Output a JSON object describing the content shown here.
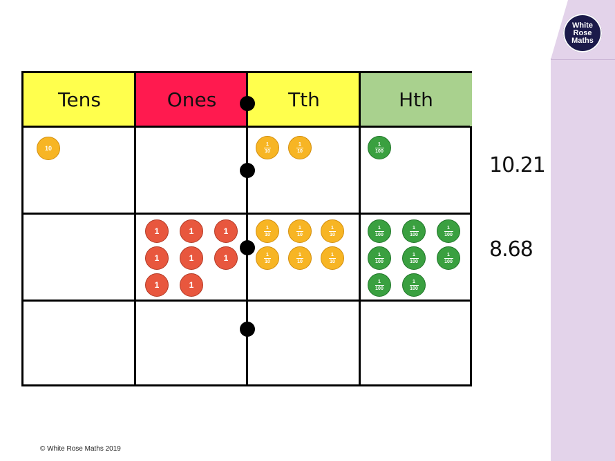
{
  "brand": {
    "logo_lines": [
      "White",
      "Rose",
      "Maths"
    ]
  },
  "table": {
    "headers": [
      {
        "label": "Tens",
        "color": "#ffff4d"
      },
      {
        "label": "Ones",
        "color": "#ff1a4f"
      },
      {
        "label": "Tth",
        "color": "#ffff4d"
      },
      {
        "label": "Hth",
        "color": "#a9d18e"
      }
    ],
    "rows": [
      {
        "value": "10.21",
        "tens": 1,
        "ones": 0,
        "tenths": 2,
        "hundredths": 1
      },
      {
        "value": "8.68",
        "tens": 0,
        "ones": 8,
        "tenths": 6,
        "hundredths": 8
      },
      {
        "value": "",
        "tens": 0,
        "ones": 0,
        "tenths": 0,
        "hundredths": 0
      }
    ]
  },
  "counters": {
    "ten_label": "10",
    "one_label": "1",
    "tenth_num": "1",
    "tenth_den": "10",
    "hundredth_num": "1",
    "hundredth_den": "100"
  },
  "footer": {
    "copyright": "© White Rose Maths 2019"
  }
}
